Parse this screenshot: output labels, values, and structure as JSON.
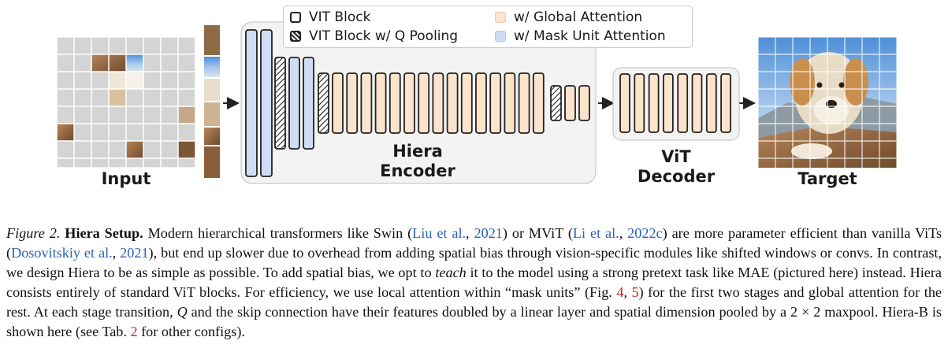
{
  "figure": {
    "legend": {
      "vit_block": "VIT Block",
      "vit_block_q_pooling": "VIT Block w/ Q Pooling",
      "global_attention": "w/ Global Attention",
      "mask_unit_attention": "w/ Mask Unit Attention"
    },
    "input_label": "Input",
    "encoder_label_line1": "Hiera",
    "encoder_label_line2": "Encoder",
    "decoder_label_line1": "ViT",
    "decoder_label_line2": "Decoder",
    "target_label": "Target",
    "colors": {
      "mask_unit_fill": "#cfdcf5",
      "global_fill": "#fbe3cc",
      "block_stroke": "#222222",
      "panel_fill": "#f3f3f3",
      "masked_patch": "#d4d4d4",
      "cite": "#2a63b4",
      "ref": "#cc2222"
    },
    "icons": [
      "arrow-right-icon",
      "hatched-block-icon",
      "dog-photo-icon"
    ]
  },
  "caption": {
    "fig_number": "Figure 2.",
    "title": "Hiera Setup.",
    "t1": " Modern hierarchical transformers like Swin (",
    "c1": "Liu et al.",
    "t2": ", ",
    "c2": "2021",
    "t3": ") or MViT (",
    "c3": "Li et al.",
    "t4": ", ",
    "c4": "2022c",
    "t5": ") are more parameter efficient than vanilla ViTs (",
    "c5": "Dosovitskiy et al.",
    "t6": ", ",
    "c6": "2021",
    "t7": "), but end up slower due to overhead from adding spatial bias through vision-specific modules like shifted windows or convs. In contrast, we design Hiera to be as simple as possible. To add spatial bias, we opt to ",
    "em1": "teach",
    "t8": " it to the model using a strong pretext task like MAE (pictured here) instead. Hiera consists entirely of standard ViT blocks. For efficiency, we use local attention within “mask units” (Fig. ",
    "r1": "4",
    "t9": ", ",
    "r2": "5",
    "t10": ") for the first two stages and global attention for the rest. At each stage transition, ",
    "em2": "Q",
    "t11": " and the skip connection have their features doubled by a linear layer and spatial dimension pooled by a 2 × 2 maxpool. Hiera-B is shown here (see Tab. ",
    "r3": "2",
    "t12": " for other configs)."
  }
}
